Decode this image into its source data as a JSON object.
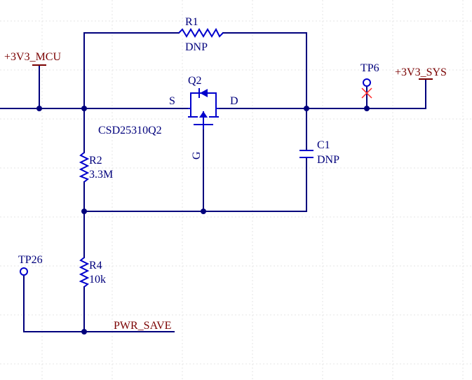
{
  "components": {
    "r1": {
      "ref": "R1",
      "value": "DNP"
    },
    "r2": {
      "ref": "R2",
      "value": "3.3M"
    },
    "r4": {
      "ref": "R4",
      "value": "10k"
    },
    "c1": {
      "ref": "C1",
      "value": "DNP"
    },
    "q2": {
      "ref": "Q2",
      "part": "CSD25310Q2",
      "pin_s": "S",
      "pin_d": "D",
      "pin_g": "G"
    },
    "tp6": {
      "ref": "TP6"
    },
    "tp26": {
      "ref": "TP26"
    }
  },
  "nets": {
    "mcu": "+3V3_MCU",
    "sys": "+3V3_SYS",
    "pwr_save": "PWR_SAVE"
  },
  "colors": {
    "wire": "#00007c",
    "component": "#0000cc",
    "net_label": "#7a0000",
    "no_connect": "#ff2a2a"
  }
}
